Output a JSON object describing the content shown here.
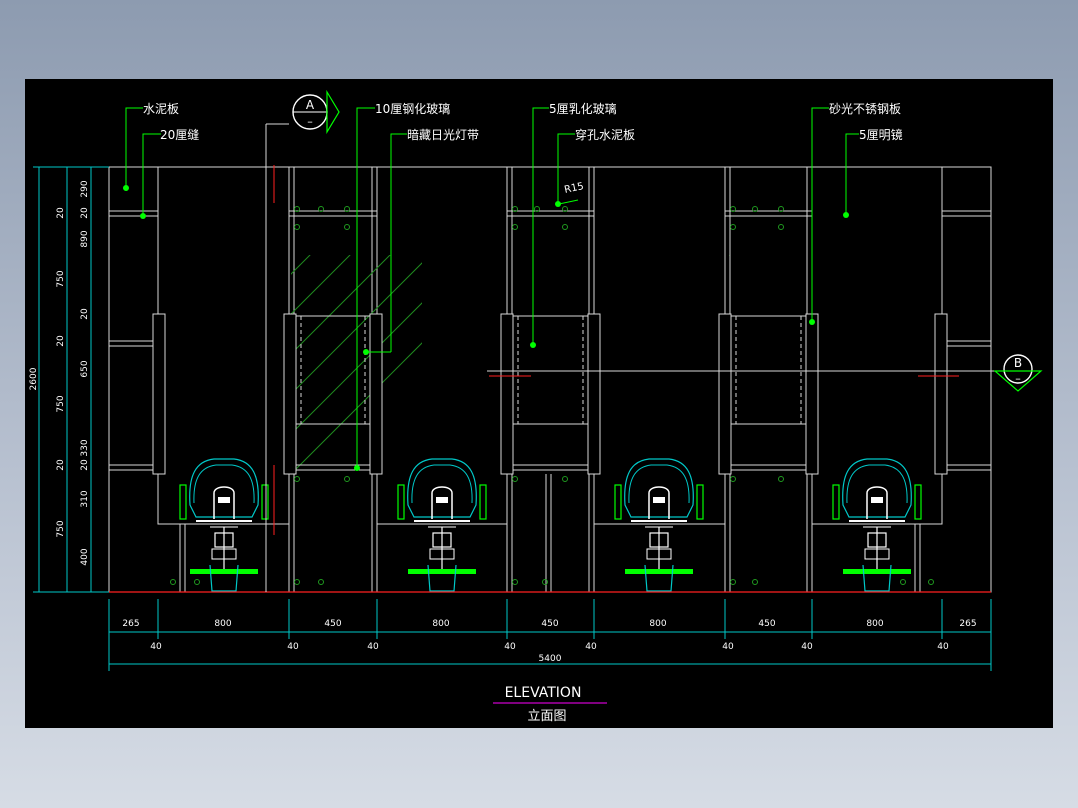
{
  "drawing": {
    "title": "ELEVATION",
    "subtitle": "立面图",
    "callouts": {
      "cement_board": "水泥板",
      "joint_20": "20厘缝",
      "tempered_glass": "10厘钢化玻璃",
      "hidden_light": "暗藏日光灯带",
      "frosted_glass": "5厘乳化玻璃",
      "perforated_board": "穿孔水泥板",
      "stainless_steel": "砂光不锈钢板",
      "mirror": "5厘明镜",
      "radius": "R15"
    },
    "section_a": {
      "letter": "A",
      "sub": "–"
    },
    "section_b": {
      "letter": "B",
      "sub": "–"
    },
    "dims_bottom_top": [
      "265",
      "800",
      "450",
      "800",
      "450",
      "800",
      "450",
      "800",
      "265"
    ],
    "dims_bottom_joints": [
      "40",
      "40",
      "40",
      "40",
      "40",
      "40",
      "40",
      "40"
    ],
    "dim_total_width": "5400",
    "dims_left_inner": [
      "290",
      "20",
      "890",
      "20",
      "650",
      "330",
      "20",
      "310",
      "400"
    ],
    "dims_left_middle": [
      "20",
      "750",
      "20",
      "750",
      "20",
      "750"
    ],
    "dim_total_height": "2600"
  },
  "colors": {
    "background": "#000000",
    "line": "#d8d8d8",
    "hatch": "#1f8a1f",
    "leader": "#00ff00",
    "dim": "#00c8c8",
    "red": "#ff2020",
    "title_underline": "#ff00ff"
  }
}
